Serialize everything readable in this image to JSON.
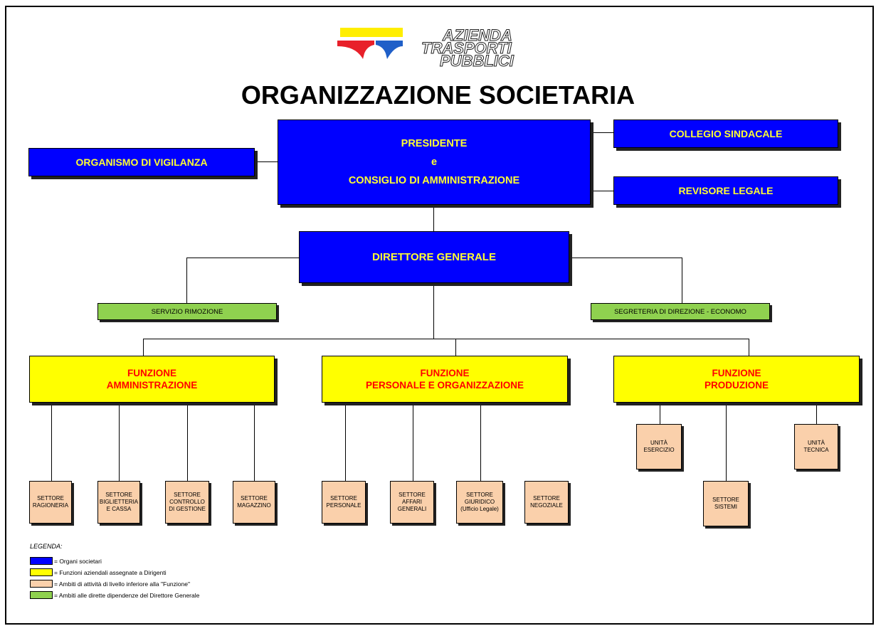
{
  "logo": {
    "line1": "AZIENDA",
    "line2": "TRASPORTI",
    "line3": "PUBBLICI",
    "colors": {
      "yellow": "#ffee00",
      "red": "#e8202a",
      "blue": "#1f5fc8"
    }
  },
  "title": "ORGANIZZAZIONE SOCIETARIA",
  "organi": {
    "presidente": "PRESIDENTE\ne\nCONSIGLIO DI AMMINISTRAZIONE",
    "organismo": "ORGANISMO DI VIGILANZA",
    "collegio": "COLLEGIO SINDACALE",
    "revisore": "REVISORE LEGALE",
    "direttore": "DIRETTORE GENERALE"
  },
  "staff": {
    "rimozione": "SERVIZIO RIMOZIONE",
    "segreteria": "SEGRETERIA DI DIREZIONE - ECONOMO"
  },
  "funzioni": {
    "amministrazione": "FUNZIONE\nAMMINISTRAZIONE",
    "personale": "FUNZIONE\nPERSONALE E ORGANIZZAZIONE",
    "produzione": "FUNZIONE\nPRODUZIONE"
  },
  "settori": {
    "ragioneria": "SETTORE\nRAGIONERIA",
    "biglietteria": "SETTORE\nBIGLIETTERIA\nE CASSA",
    "controllo": "SETTORE\nCONTROLLO\nDI GESTIONE",
    "magazzino": "SETTORE\nMAGAZZINO",
    "personale": "SETTORE\nPERSONALE",
    "affari": "SETTORE\nAFFARI\nGENERALI",
    "giuridico": "SETTORE\nGIURIDICO\n(Ufficio Legale)",
    "negoziale": "SETTORE\nNEGOZIALE",
    "esercizio": "UNITÀ\nESERCIZIO",
    "tecnica": "UNITÀ\nTECNICA",
    "sistemi": "SETTORE\nSISTEMI"
  },
  "legend": {
    "title": "LEGENDA:",
    "items": [
      {
        "color": "#0000ff",
        "text": "= Organi societari"
      },
      {
        "color": "#ffff00",
        "text": "= Funzioni aziendali assegnate a Dirigenti"
      },
      {
        "color": "#fad0ab",
        "text": "= Ambiti di attività di livello inferiore alla \"Funzione\""
      },
      {
        "color": "#8fd14f",
        "text": "= Ambiti alle dirette dipendenze del Direttore Generale"
      }
    ]
  }
}
